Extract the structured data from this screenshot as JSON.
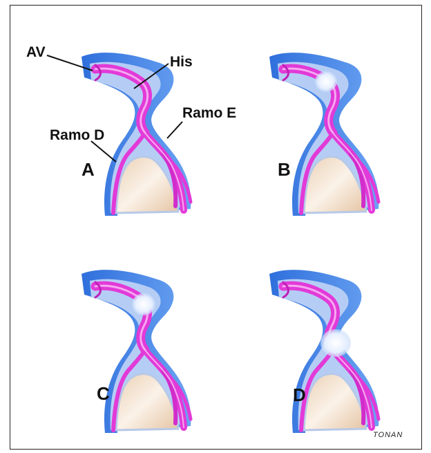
{
  "labels": {
    "av": "AV",
    "his": "His",
    "ramo_e": "Ramo E",
    "ramo_d": "Ramo D"
  },
  "panels": [
    {
      "letter": "A",
      "block": "none"
    },
    {
      "letter": "B",
      "block": "his-proximal"
    },
    {
      "letter": "C",
      "block": "his-distal"
    },
    {
      "letter": "D",
      "block": "bifurcation"
    }
  ],
  "signature": "TONAN",
  "colors": {
    "outer_tissue": "#3f7fe0",
    "inner_tissue": "#a8c6f4",
    "conduction_path": "#e23ad8",
    "path_highlight": "#f7a8f1",
    "septum": "#f1dcc6",
    "block_region": "#eef4ff"
  }
}
